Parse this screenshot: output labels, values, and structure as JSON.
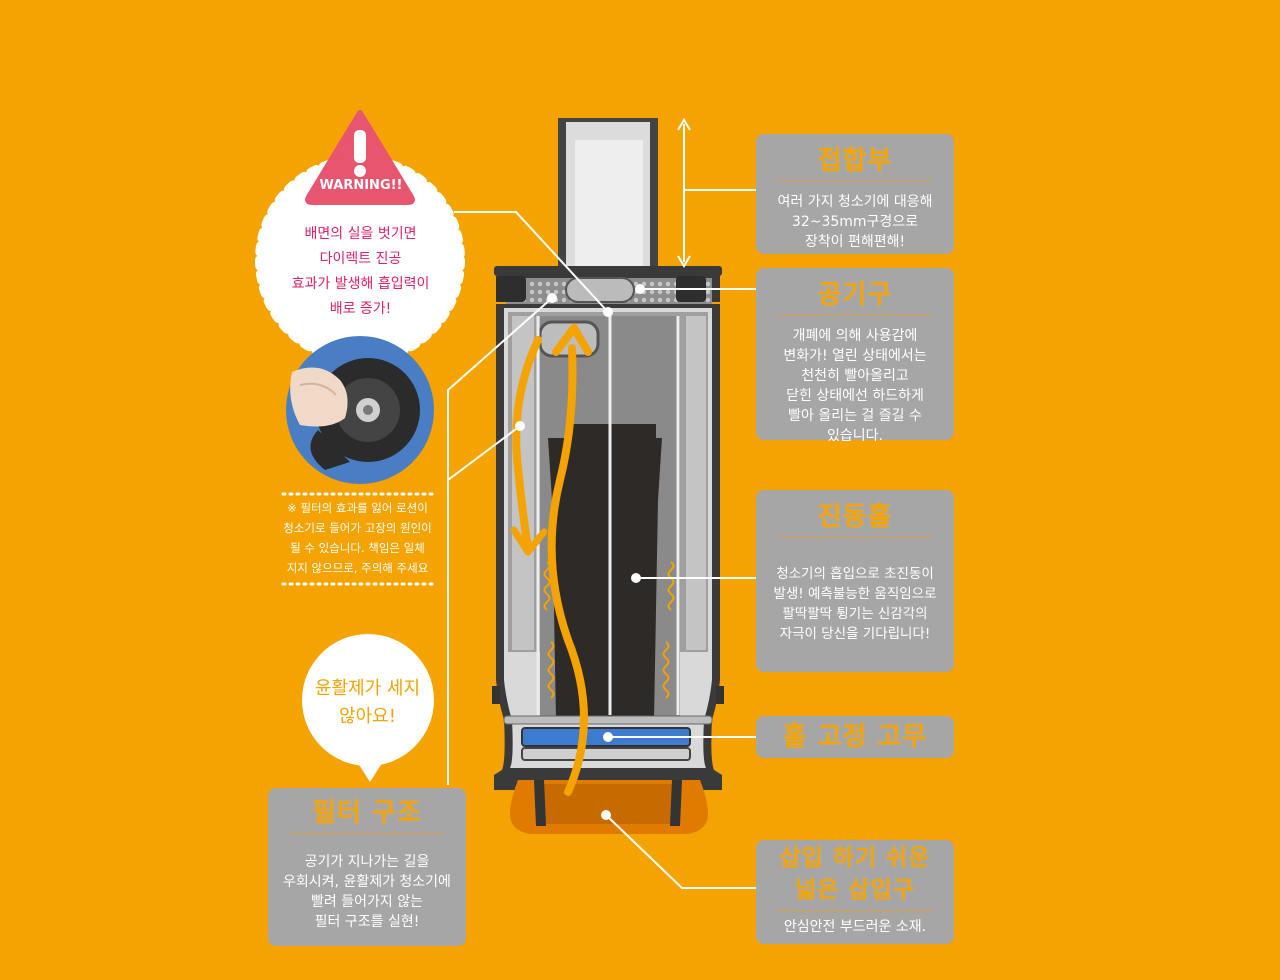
{
  "warning": {
    "label": "WARNING!!",
    "lines": [
      "배면의 실을 벗기면",
      "다이렉트 진공",
      "효과가 발생해 흡입력이",
      "배로 증가!"
    ]
  },
  "note": {
    "lines": [
      "※ 필터의 효과를 잃어 로션이",
      "청소기로 들어가 고장의 원인이",
      "될 수 있습니다. 책임은 일체",
      "지지 않으므로, 주의해 주세요"
    ]
  },
  "bubble": {
    "lines": [
      "윤활제가 세지",
      "않아요!"
    ]
  },
  "cards": {
    "joint": {
      "title": "접합부",
      "lines": [
        "여러 가지 청소기에 대응해",
        "32~35mm구경으로",
        "장착이 편해편해!"
      ]
    },
    "air_hole": {
      "title": "공기구",
      "lines": [
        "개폐에 의해 사용감에",
        "변화가! 열린 상태에서는",
        "천천히 빨아올리고",
        "닫힌 상태에선 하드하게",
        "빨아 올리는 걸 즐길 수",
        "있습니다."
      ]
    },
    "vibration": {
      "title": "진동홀",
      "lines": [
        "청소기의 흡입으로 초진동이",
        "발생! 예측불능한 움직임으로",
        "팔딱팔딱 튕기는 신감각의",
        "자극이 당신을 기다립니다!"
      ]
    },
    "rubber": {
      "title": "홀 고정 고무",
      "lines": []
    },
    "insert": {
      "title": "삽입 하기 쉬운 넓은 삽입구",
      "title_lines": [
        "삽입 하기 쉬운",
        "넓은 삽입구"
      ],
      "lines": [
        "안심안전 부드러운 소재."
      ]
    },
    "filter": {
      "title": "필터 구조",
      "lines": [
        "공기가 지나가는 길을",
        "우회시켜, 윤활제가 청소기에",
        "빨려 들어가지 않는",
        "필터 구조를 실현!"
      ]
    }
  },
  "colors": {
    "background": "#F4A300",
    "card": "#A6A6A6",
    "accent": "#F4A300",
    "warning": "#E8556E",
    "warning_text": "#E0206A",
    "device_dark": "#333333",
    "rubber_blue": "#3D7BD1"
  },
  "icons": [
    "warning-triangle-icon",
    "exclamation-icon"
  ]
}
